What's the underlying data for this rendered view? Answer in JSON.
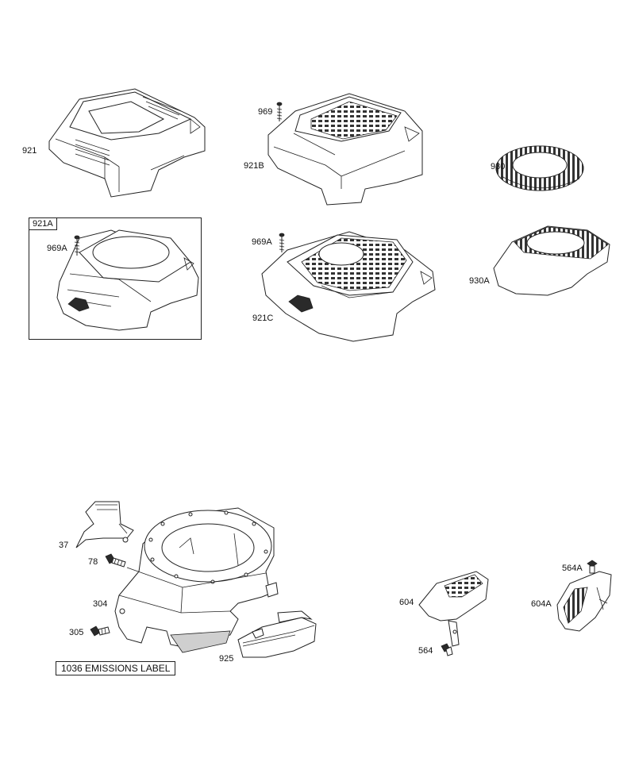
{
  "labels": {
    "l921": "921",
    "l921A": "921A",
    "l969A_left": "969A",
    "l969": "969",
    "l921B": "921B",
    "l969A_mid": "969A",
    "l921C": "921C",
    "l930": "930",
    "l930A": "930A",
    "l37": "37",
    "l78": "78",
    "l304": "304",
    "l305": "305",
    "l925": "925",
    "l604": "604",
    "l564": "564",
    "l564A": "564A",
    "l604A": "604A"
  },
  "emissions_label": "1036 EMISSIONS LABEL"
}
